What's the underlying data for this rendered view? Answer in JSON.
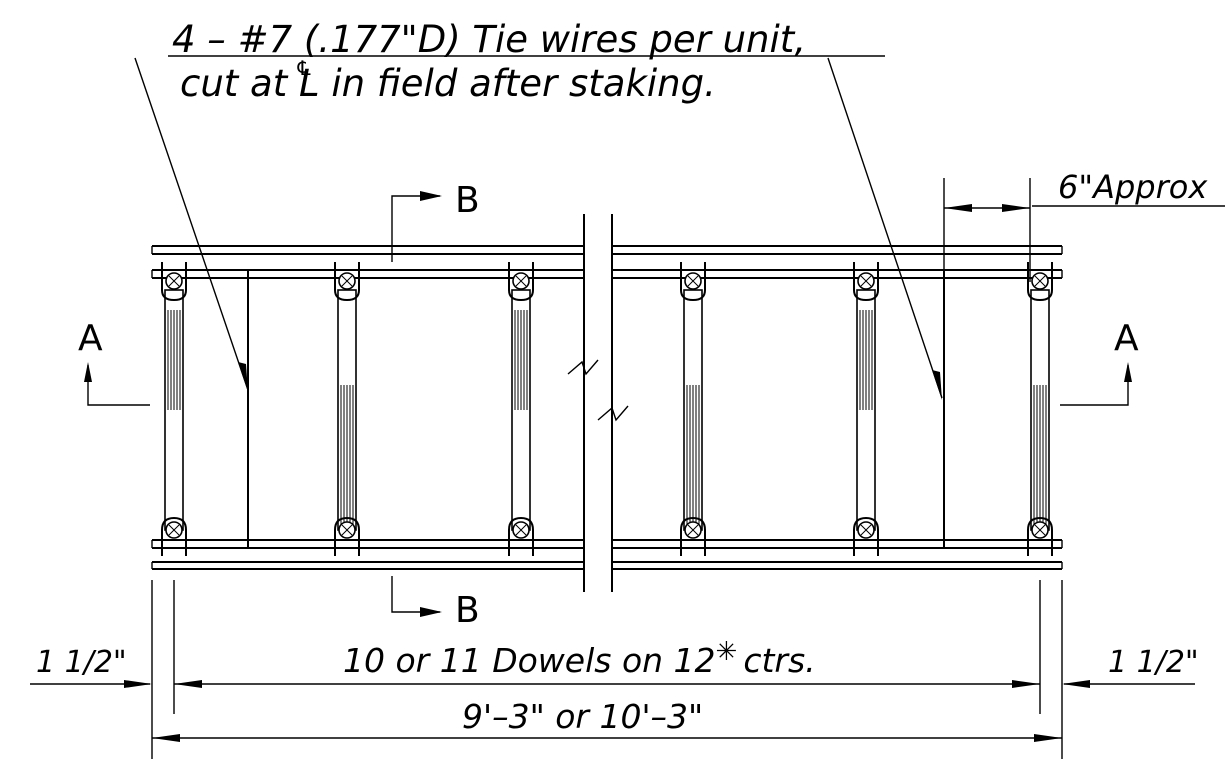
{
  "note": {
    "line1": "4 – #7 (.177\"D) Tie wires per unit,",
    "line2": "cut at  L in field after staking.",
    "centerline_symbol": "℄"
  },
  "dims": {
    "approx": "6\"Approx",
    "edge_left": "1 1/2\"",
    "edge_right": "1 1/2\"",
    "dowels": "10 or 11 Dowels on 12",
    "dowels_suffix": "ctrs.",
    "length": "9'–3\" or 10'–3\"",
    "asterisk": "✳"
  },
  "sections": {
    "a_left": "A",
    "a_right": "A",
    "b_top": "B",
    "b_bottom": "B"
  }
}
